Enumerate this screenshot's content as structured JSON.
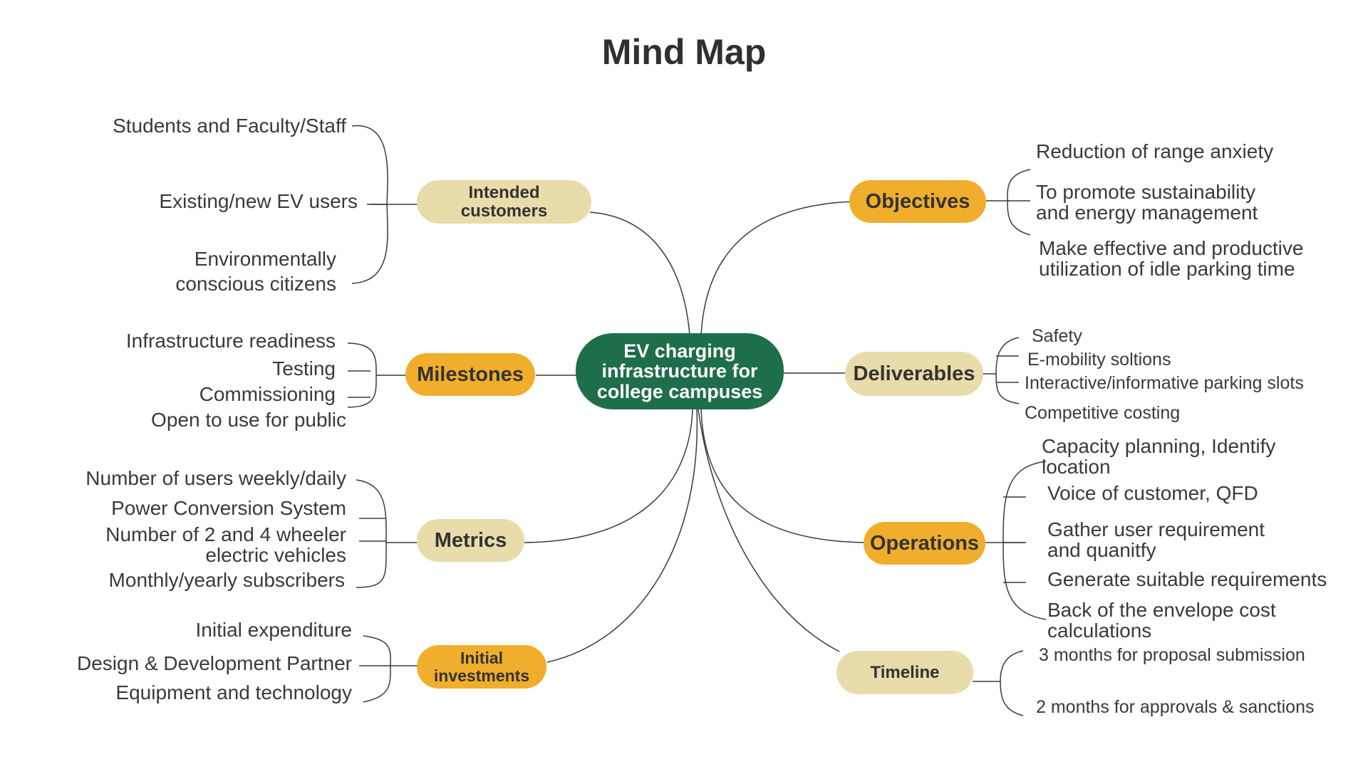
{
  "title": "Mind Map",
  "colors": {
    "center": "#1e6e4a",
    "gold": "#f0ae2c",
    "beige": "#e8dcaa",
    "line": "#3a3a3a"
  },
  "center": {
    "label": "EV charging\ninfrastructure for\ncollege campuses"
  },
  "branches": {
    "intended_customers": {
      "label": "Intended\ncustomers",
      "items": [
        "Students and Faculty/Staff",
        "Existing/new EV users",
        "Environmentally\nconscious citizens"
      ]
    },
    "milestones": {
      "label": "Milestones",
      "items": [
        "Infrastructure readiness",
        "Testing",
        "Commissioning",
        "Open to use for public"
      ]
    },
    "metrics": {
      "label": "Metrics",
      "items": [
        "Number of users weekly/daily",
        "Power Conversion System",
        "Number of 2 and 4 wheeler\nelectric vehicles",
        "Monthly/yearly subscribers"
      ]
    },
    "initial_investments": {
      "label": "Initial\ninvestments",
      "items": [
        "Initial expenditure",
        "Design & Development Partner",
        "Equipment and technology"
      ]
    },
    "objectives": {
      "label": "Objectives",
      "items": [
        "Reduction of range anxiety",
        "To promote sustainability\nand energy management",
        "Make effective and productive\nutilization of idle parking time"
      ]
    },
    "deliverables": {
      "label": "Deliverables",
      "items": [
        "Safety",
        "E-mobility soltions",
        "Interactive/informative parking slots",
        "Competitive costing"
      ]
    },
    "operations": {
      "label": "Operations",
      "items": [
        "Capacity planning, Identify\nlocation",
        "Voice of customer, QFD",
        "Gather user requirement\nand quanitfy",
        "Generate suitable requirements",
        "Back of the envelope cost\ncalculations"
      ]
    },
    "timeline": {
      "label": "Timeline",
      "items": [
        "3 months for proposal submission",
        "2 months for approvals & sanctions"
      ]
    }
  }
}
